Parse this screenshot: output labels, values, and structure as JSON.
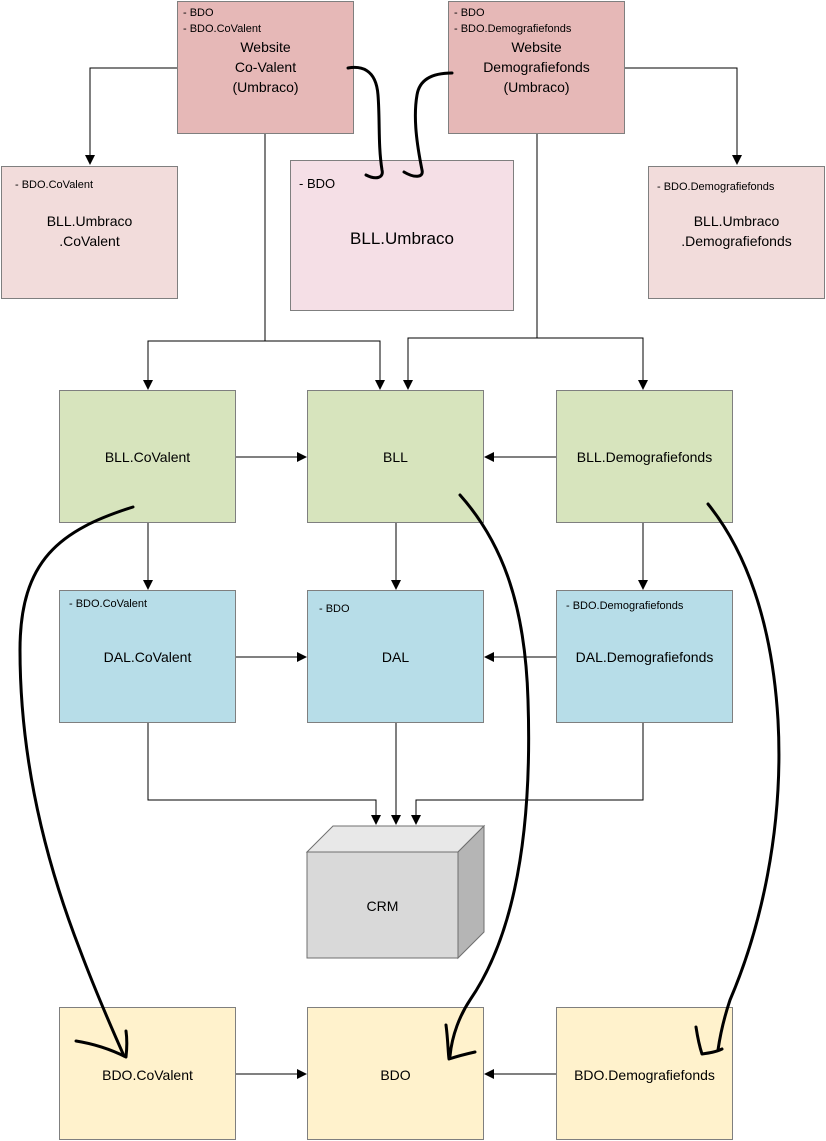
{
  "website_covalent": {
    "bdo_tags": [
      "- BDO",
      "- BDO.CoValent"
    ],
    "lines": [
      "Website",
      "Co-Valent",
      "(Umbraco)"
    ]
  },
  "website_demografiefonds": {
    "bdo_tags": [
      "- BDO",
      "- BDO.Demografiefonds"
    ],
    "lines": [
      "Website",
      "Demografiefonds",
      "(Umbraco)"
    ]
  },
  "bll_umbraco_covalent": {
    "tag": "- BDO.CoValent",
    "lines": [
      "BLL.Umbraco",
      ".CoValent"
    ]
  },
  "bll_umbraco": {
    "tag": "- BDO",
    "label": "BLL.Umbraco"
  },
  "bll_umbraco_demografiefonds": {
    "tag": "- BDO.Demografiefonds",
    "lines": [
      "BLL.Umbraco",
      ".Demografiefonds"
    ]
  },
  "bll_covalent": {
    "label": "BLL.CoValent"
  },
  "bll": {
    "label": "BLL"
  },
  "bll_demografiefonds": {
    "label": "BLL.Demografiefonds"
  },
  "dal_covalent": {
    "tag": "- BDO.CoValent",
    "label": "DAL.CoValent"
  },
  "dal": {
    "tag": "- BDO",
    "label": "DAL"
  },
  "dal_demografiefonds": {
    "tag": "- BDO.Demografiefonds",
    "label": "DAL.Demografiefonds"
  },
  "crm": {
    "label": "CRM"
  },
  "bdo_covalent": {
    "label": "BDO.CoValent"
  },
  "bdo": {
    "label": "BDO"
  },
  "bdo_demografiefonds": {
    "label": "BDO.Demografiefonds"
  },
  "colors": {
    "website_fill": "#e6b8b7",
    "bll_umbraco_fill": "#f2dcdb",
    "bll_fill": "#d7e4bd",
    "dal_fill": "#b7dde8",
    "bdo_fill": "#fff2cc",
    "crm_fill": "#d9d9d9"
  }
}
